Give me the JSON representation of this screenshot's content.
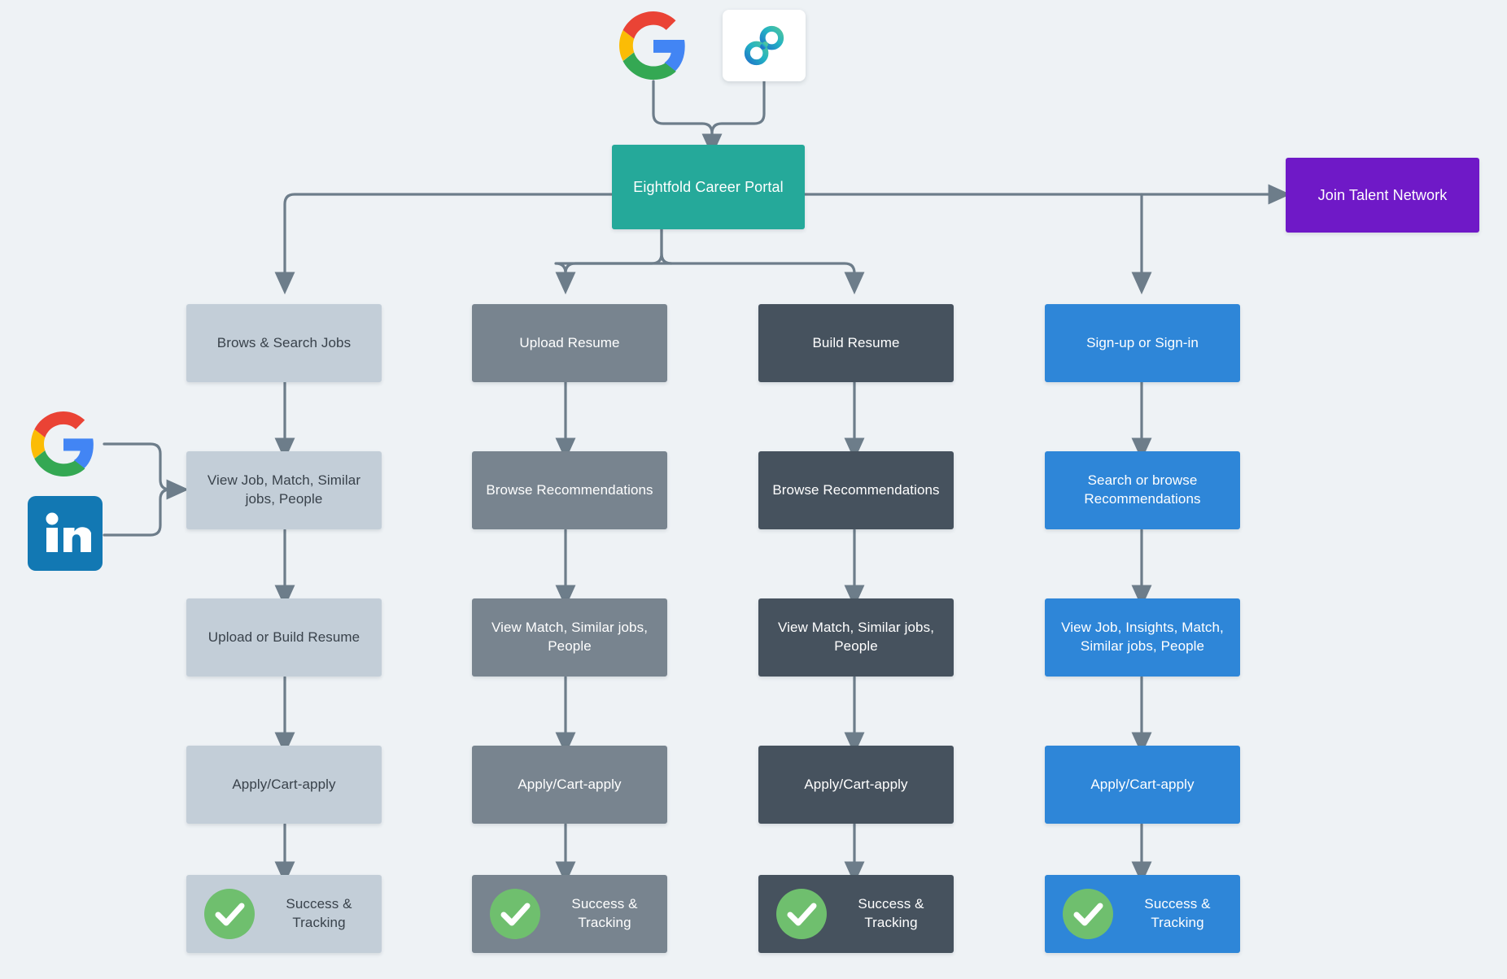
{
  "diagram": {
    "title": "Eightfold Career Portal candidate journey flowchart",
    "background_color": "#eef2f5"
  },
  "sources": {
    "top": [
      {
        "name": "google-logo",
        "label": "Google"
      },
      {
        "name": "eightfold-logo",
        "label": "Eightfold"
      }
    ],
    "left": [
      {
        "name": "google-logo",
        "label": "Google"
      },
      {
        "name": "linkedin-logo",
        "label": "LinkedIn"
      }
    ]
  },
  "hub": {
    "label": "Eightfold Career Portal",
    "color": "#25a99a"
  },
  "talent_network": {
    "label": "Join Talent Network",
    "color": "#6f19c7"
  },
  "success_label": "Success & Tracking",
  "columns": [
    {
      "id": "browse-search",
      "color": "#c3ced8",
      "text_color": "#39424b",
      "steps": [
        "Brows & Search Jobs",
        "View Job,  Match, Similar\njobs, People",
        "Upload or Build Resume",
        "Apply/Cart-apply"
      ],
      "final": "Success & Tracking"
    },
    {
      "id": "upload-resume",
      "color": "#78848f",
      "text_color": "#ffffff",
      "steps": [
        "Upload Resume",
        "Browse Recommendations",
        "View Match, Similar jobs,\nPeople",
        "Apply/Cart-apply"
      ],
      "final": "Success & Tracking"
    },
    {
      "id": "build-resume",
      "color": "#46525e",
      "text_color": "#ffffff",
      "steps": [
        "Build Resume",
        "Browse Recommendations",
        "View Match, Similar jobs,\nPeople",
        "Apply/Cart-apply"
      ],
      "final": "Success & Tracking"
    },
    {
      "id": "sign-up-sign-in",
      "color": "#2e86d8",
      "text_color": "#ffffff",
      "steps": [
        "Sign-up or Sign-in",
        "Search or browse\nRecommendations",
        "View Job, Insights, Match,\nSimilar jobs, People",
        "Apply/Cart-apply"
      ],
      "final": "Success & Tracking"
    }
  ],
  "connector_color": "#6d7d8a"
}
